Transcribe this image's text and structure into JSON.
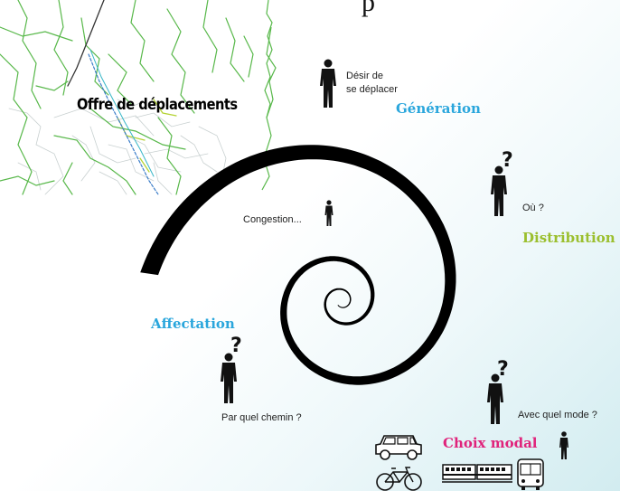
{
  "header": {
    "partial_title": "p"
  },
  "map": {
    "title": "Offre de déplacements"
  },
  "stages": {
    "generation": "Génération",
    "distribution": "Distribution",
    "choix_modal": "Choix modal",
    "affectation": "Affectation"
  },
  "captions": {
    "generation": [
      "Désir de",
      "se déplacer"
    ],
    "distribution": "Où ?",
    "choix_modal": "Avec quel mode ?",
    "affectation": "Par quel chemin ?",
    "congestion": "Congestion..."
  },
  "colors": {
    "generation": "#2aa6dc",
    "distribution": "#9bbf2e",
    "choix_modal": "#e0237b",
    "affectation": "#2aa6dc",
    "spiral": "#000000",
    "map_roads": "#4caf50"
  },
  "icons": {
    "person": "person-silhouette-icon",
    "question": "question-mark-icon",
    "car": "car-icon",
    "bicycle": "bicycle-icon",
    "tram": "tram-icon",
    "bus": "bus-icon"
  }
}
